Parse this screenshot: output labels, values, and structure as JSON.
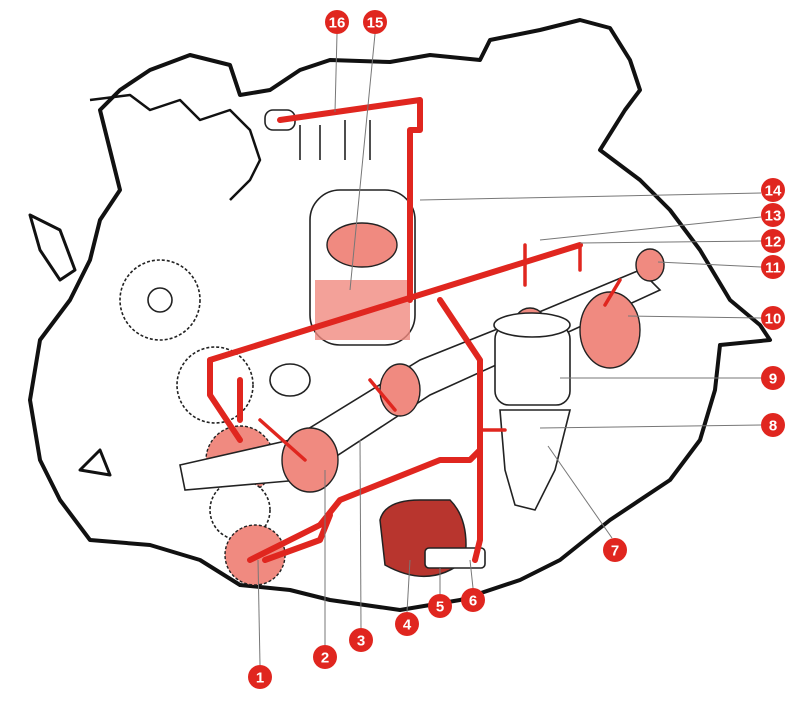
{
  "diagram": {
    "callout_color": "#e0261f",
    "callout_text_color": "#ffffff",
    "callouts": [
      {
        "label": "1"
      },
      {
        "label": "2"
      },
      {
        "label": "3"
      },
      {
        "label": "4"
      },
      {
        "label": "5"
      },
      {
        "label": "6"
      },
      {
        "label": "7"
      },
      {
        "label": "8"
      },
      {
        "label": "9"
      },
      {
        "label": "10"
      },
      {
        "label": "11"
      },
      {
        "label": "12"
      },
      {
        "label": "13"
      },
      {
        "label": "14"
      },
      {
        "label": "15"
      },
      {
        "label": "16"
      }
    ]
  }
}
